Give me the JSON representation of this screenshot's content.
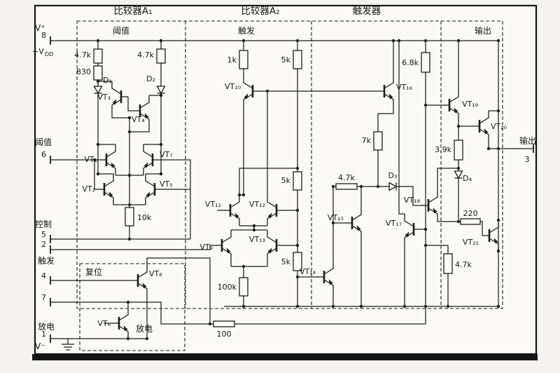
{
  "blocks": {
    "comparator_a1": "比较器A₁",
    "comparator_a2": "比较器A₂",
    "flip_flop": "触发器",
    "threshold": "阈值",
    "trigger": "触发",
    "output": "输出",
    "reset": "复位",
    "discharge": "放电"
  },
  "pins": {
    "p8_name": "V⁺",
    "p8_num": "8",
    "p8_vdd": "+V",
    "p8_vdd_sub": "DD",
    "p6_name": "阈值",
    "p6_num": "6",
    "p5_name": "控制",
    "p5_num": "5",
    "p2_num": "2",
    "p2_name": "触发",
    "p4_num": "4",
    "p7_num": "7",
    "p7_name": "放电",
    "p1_num": "1",
    "p1_name": "V⁻",
    "p3_name": "输出",
    "p3_num": "3"
  },
  "resistors": {
    "a1_r1": "4.7k",
    "a1_r2": "830",
    "a1_r3": "4.7k",
    "a1_r4": "10k",
    "a2_r1": "1k",
    "a2_r2": "5k",
    "a2_r3": "5k",
    "a2_r4": "5k",
    "a2_r5": "100k",
    "a2_r6": "100",
    "ff_r1": "6.8k",
    "ff_r2": "7k",
    "ff_r3": "4.7k",
    "out_r1": "3.9k",
    "out_r2": "220",
    "out_r3": "4.7k"
  },
  "transistors": {
    "vt1": "VT₁",
    "vt2": "VT₂",
    "vt3": "VT₃",
    "vt4": "VT₄",
    "vt5": "VT₅",
    "vt6": "VT₆",
    "vt7": "VT₇",
    "vt8": "VT₈",
    "vt9": "VT₉",
    "vt10": "VT₁₀",
    "vt11": "VT₁₁",
    "vt12": "VT₁₂",
    "vt13": "VT₁₃",
    "vt14": "VT₁₄",
    "vt15": "VT₁₅",
    "vt16": "VT₁₆",
    "vt17": "VT₁₇",
    "vt18": "VT₁₈",
    "vt19": "VT₁₉",
    "vt20": "VT₂₀",
    "vt21": "VT₂₁"
  },
  "diodes": {
    "d1": "D₁",
    "d2": "D₂",
    "d3": "D₃",
    "d4": "D₄"
  }
}
